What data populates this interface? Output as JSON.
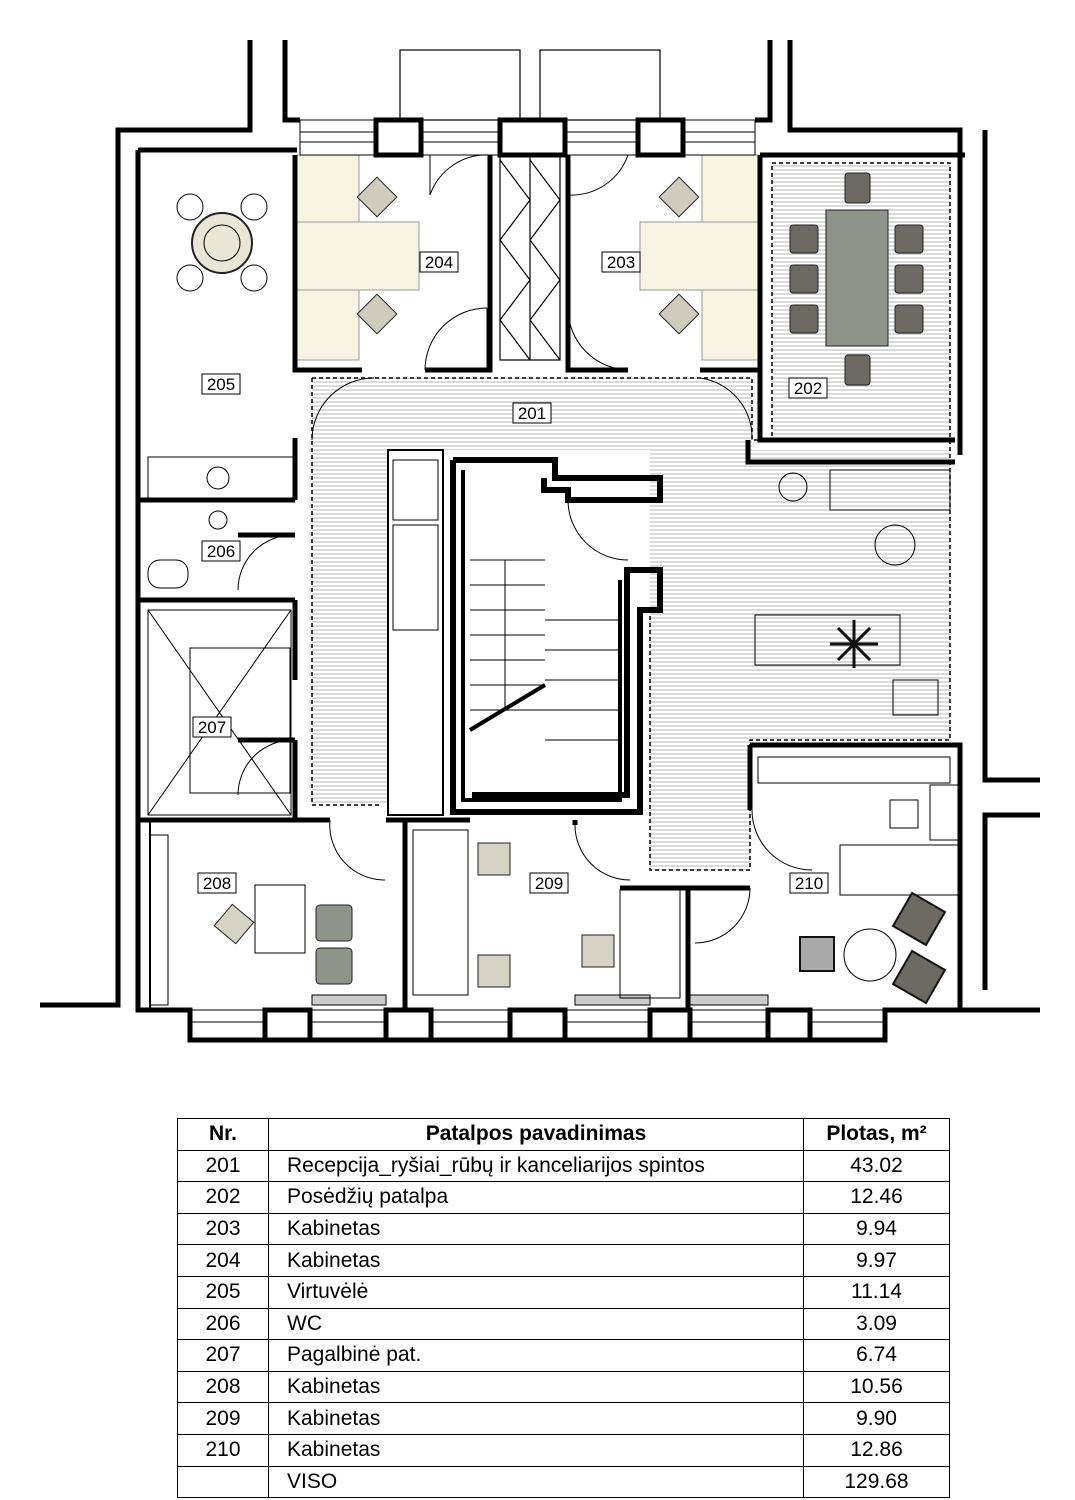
{
  "plan": {
    "room_labels": [
      "204",
      "203",
      "202",
      "205",
      "201",
      "206",
      "207",
      "208",
      "209",
      "210"
    ]
  },
  "table": {
    "headers": {
      "nr": "Nr.",
      "name": "Patalpos pavadinimas",
      "area": "Plotas, m²"
    },
    "rows": [
      {
        "nr": "201",
        "name": "Recepcija_ryšiai_rūbų ir kanceliarijos spintos",
        "area": "43.02"
      },
      {
        "nr": "202",
        "name": "Posėdžių patalpa",
        "area": "12.46"
      },
      {
        "nr": "203",
        "name": "Kabinetas",
        "area": "9.94"
      },
      {
        "nr": "204",
        "name": "Kabinetas",
        "area": "9.97"
      },
      {
        "nr": "205",
        "name": "Virtuvėlė",
        "area": "11.14"
      },
      {
        "nr": "206",
        "name": "WC",
        "area": "3.09"
      },
      {
        "nr": "207",
        "name": "Pagalbinė pat.",
        "area": "6.74"
      },
      {
        "nr": "208",
        "name": "Kabinetas",
        "area": "10.56"
      },
      {
        "nr": "209",
        "name": "Kabinetas",
        "area": "9.90"
      },
      {
        "nr": "210",
        "name": "Kabinetas",
        "area": "12.86"
      }
    ],
    "total": {
      "nr": "",
      "name": "VISO",
      "area": "129.68"
    }
  }
}
